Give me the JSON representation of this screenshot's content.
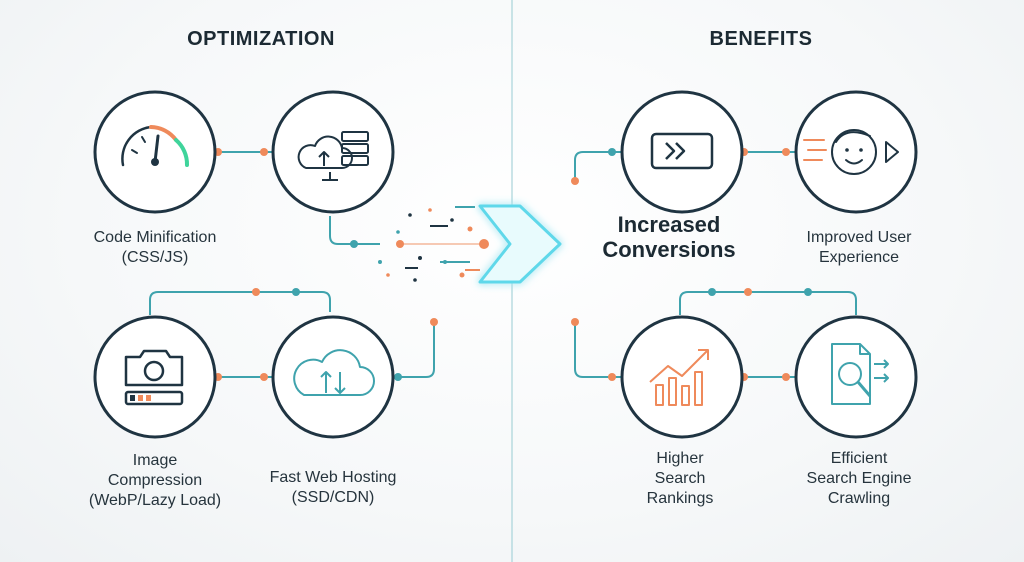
{
  "headings": {
    "left": "OPTIMIZATION",
    "right": "BENEFITS"
  },
  "optimization": [
    {
      "label": "Code Minification\n(CSS/JS)",
      "icon": "gauge-icon"
    },
    {
      "label": "",
      "icon": "cloud-server-icon"
    },
    {
      "label": "Image\nCompression\n(WebP/Lazy Load)",
      "icon": "camera-icon"
    },
    {
      "label": "Fast Web Hosting\n(SSD/CDN)",
      "icon": "cloud-sync-icon"
    }
  ],
  "benefits": [
    {
      "label": "Increased\nConversions",
      "icon": "fast-forward-icon"
    },
    {
      "label": "Improved User\nExperience",
      "icon": "happy-user-icon"
    },
    {
      "label": "Higher\nSearch\nRankings",
      "icon": "growth-chart-icon"
    },
    {
      "label": "Efficient\nSearch Engine\nCrawling",
      "icon": "document-search-icon"
    }
  ],
  "colors": {
    "teal": "#3fa3ad",
    "orange": "#ef8a5b",
    "dark": "#1f3442",
    "glow": "#5fd8ea"
  }
}
